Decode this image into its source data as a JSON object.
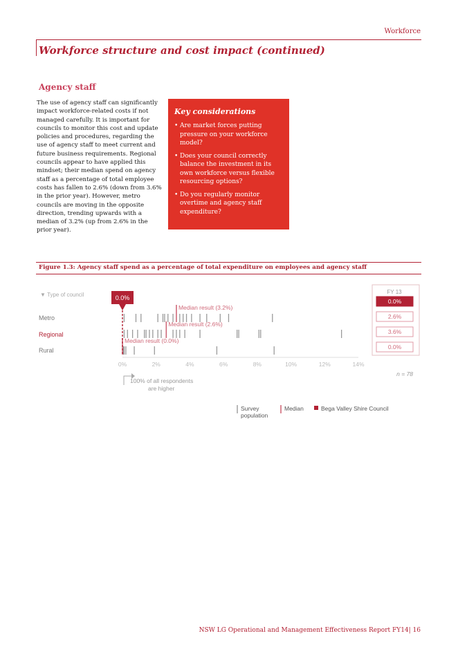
{
  "header": {
    "section_label": "Workforce"
  },
  "page_title": "Workforce structure and cost impact (continued)",
  "section_heading": "Agency staff",
  "body_text": "The use of agency staff can significantly impact workforce-related costs if not managed carefully. It is important for councils to monitor this cost and update policies and procedures, regarding the use of agency staff to meet current and future business requirements. Regional councils appear to have applied this mindset; their median spend on agency staff as a percentage of total employee costs has fallen to 2.6% (down from 3.6% in the prior year). However, metro councils are moving in the opposite direction, trending upwards with a median of 3.2% (up from 2.6% in the prior year).",
  "key_considerations": {
    "title": "Key considerations",
    "items": [
      "Are market forces putting pressure on your workforce model?",
      "Does your council correctly balance the investment in its own workforce versus flexible resourcing options?",
      "Do you regularly monitor overtime and agency staff expenditure?"
    ]
  },
  "figure_caption": "Figure 1.3: Agency staff spend as a percentage of total expenditure on employees and agency staff",
  "colors": {
    "brand": "#b22234",
    "box": "#e03228",
    "median": "#d06a7a",
    "survey": "#9a9a9a"
  },
  "chart_data": {
    "type": "strip",
    "filter_label": "▼ Type of council",
    "xlim": [
      0,
      14
    ],
    "x_ticks": [
      0,
      2,
      4,
      6,
      8,
      10,
      12,
      14
    ],
    "x_tick_labels": [
      "0%",
      "2%",
      "4%",
      "6%",
      "8%",
      "10%",
      "12%",
      "14%"
    ],
    "highlight_label": "0.0%",
    "highlight_value": 0.0,
    "fy_header": "FY 13",
    "fy_values": [
      "0.0%",
      "2.6%",
      "3.6%",
      "0.0%"
    ],
    "n_label": "n = 78",
    "note": [
      "100% of all respondents",
      "are higher"
    ],
    "rows": [
      {
        "name": "Metro",
        "median": 3.2,
        "median_label": "Median result (3.2%)",
        "points": [
          0.1,
          0.8,
          1.1,
          2.1,
          2.4,
          2.5,
          2.7,
          3.0,
          3.4,
          3.6,
          3.8,
          4.1,
          4.6,
          5.0,
          5.8,
          6.3,
          8.9
        ]
      },
      {
        "name": "Regional",
        "median": 2.6,
        "median_label": "Median result (2.6%)",
        "points": [
          0.1,
          0.3,
          0.6,
          0.9,
          1.3,
          1.4,
          1.6,
          1.8,
          2.1,
          2.3,
          2.6,
          3.0,
          3.2,
          3.4,
          3.7,
          4.6,
          6.8,
          6.9,
          8.1,
          8.2,
          13.0
        ]
      },
      {
        "name": "Rural",
        "median": 0.0,
        "median_label": "Median result (0.0%)",
        "points": [
          0.05,
          0.1,
          0.2,
          0.7,
          1.9,
          5.6,
          9.0
        ]
      }
    ],
    "legend": {
      "survey": "Survey population",
      "median": "Median",
      "council": "Bega Valley Shire Council"
    }
  },
  "footer": "NSW LG Operational and Management Effectiveness Report FY14| 16"
}
